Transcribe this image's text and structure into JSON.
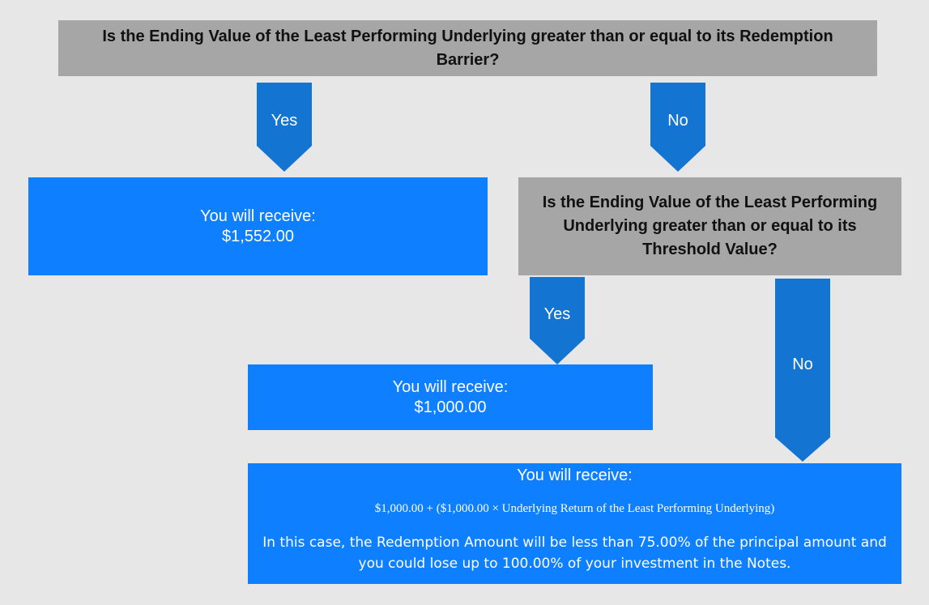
{
  "question1": "Is the Ending Value of the Least Performing Underlying greater than or equal to its Redemption Barrier?",
  "question2": "Is the Ending Value of the Least Performing Underlying greater than or equal to its Threshold Value?",
  "arrow_yes_1": "Yes",
  "arrow_no_1": "No",
  "arrow_yes_2": "Yes",
  "arrow_no_2": "No",
  "outcome1": {
    "label": "You will receive:",
    "amount": "$1,552.00"
  },
  "outcome2": {
    "label": "You will receive:",
    "amount": "$1,000.00"
  },
  "outcome3": {
    "label": "You will receive:",
    "formula": "$1,000.00 + ($1,000.00 × Underlying Return of the Least Performing Underlying)",
    "note": "In this case, the Redemption Amount will be less than 75.00% of the principal amount and you could lose up to 100.00% of your investment in the Notes."
  },
  "colors": {
    "question_fill": "#a6a6a6",
    "outcome_fill": "#0d7fff",
    "arrow_fill": "#1474d1",
    "background": "#e7e7e7"
  }
}
